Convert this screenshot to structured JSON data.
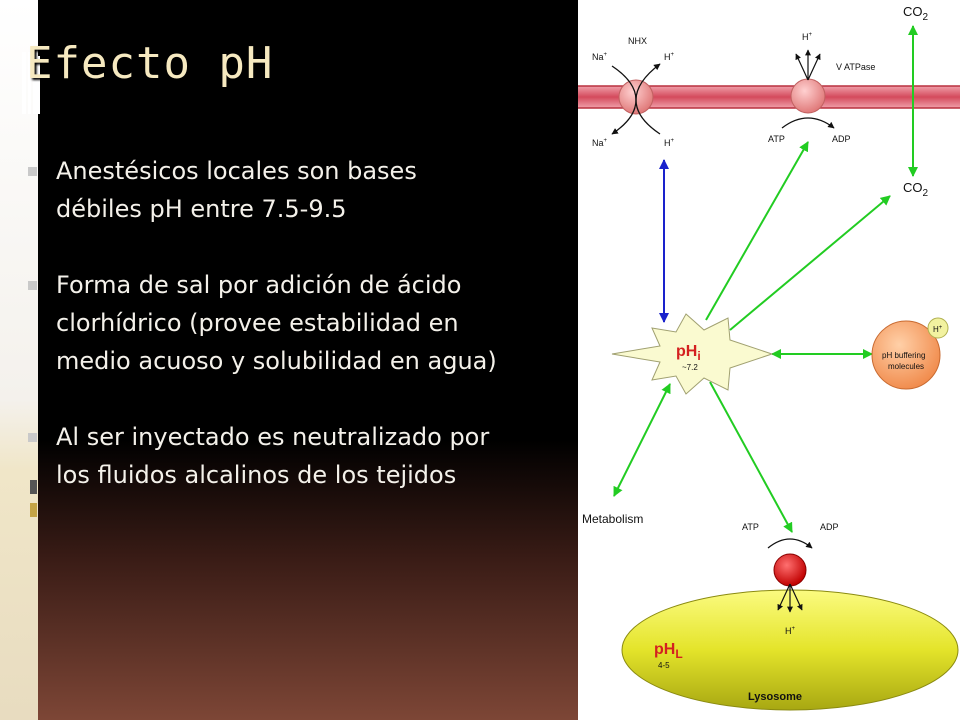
{
  "slide": {
    "title": "Efecto pH",
    "bullets": [
      {
        "lines": [
          "Anestésicos locales son bases",
          "débiles pH entre 7.5-9.5"
        ]
      },
      {
        "lines": [
          "Forma de sal por adición de ácido",
          "clorhídrico (provee estabilidad en",
          "medio acuoso y solubilidad en agua)"
        ]
      },
      {
        "lines": [
          "Al ser inyectado es neutralizado por",
          "los fluidos alcalinos de los tejidos"
        ]
      }
    ]
  },
  "diagram": {
    "nhx": "NHX",
    "na_top": "Na",
    "na_bottom": "Na",
    "plus": "+",
    "h": "H",
    "vatpase": "V ATPase",
    "atp": "ATP",
    "adp": "ADP",
    "co2": "CO",
    "co2_sub": "2",
    "phi": "pH",
    "phi_sub": "i",
    "phi_value": "~7.2",
    "buffering_line1": "pH buffering",
    "buffering_line2": "molecules",
    "metabolism": "Metabolism",
    "phl": "pH",
    "phl_sub": "L",
    "phl_value": "4-5",
    "lysosome": "Lysosome"
  },
  "colors": {
    "membrane": "#d94c5e",
    "pump": "#ee9090",
    "green_arrow": "#22cc22",
    "blue_arrow": "#1a22cc",
    "star": "#fafad0",
    "lysosome": "#e6e62a",
    "lysosome_pump": "#e01818",
    "buffer": "#f59a5e"
  }
}
